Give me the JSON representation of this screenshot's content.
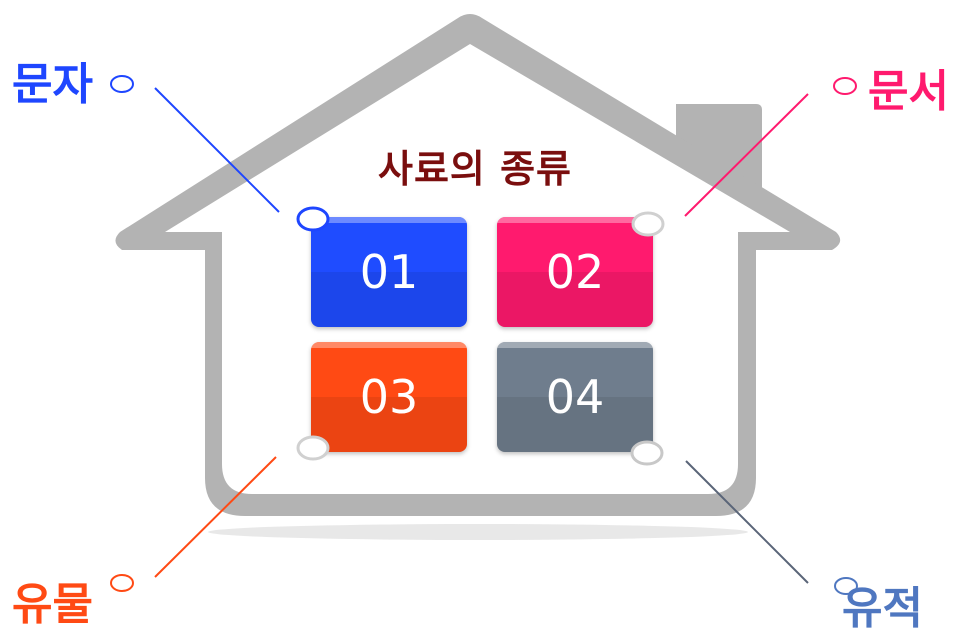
{
  "title": "사료의  종류",
  "tiles": [
    {
      "number": "01",
      "label": "문자",
      "color": "#1f4cff"
    },
    {
      "number": "02",
      "label": "문서",
      "color": "#ff1a6e"
    },
    {
      "number": "03",
      "label": "유물",
      "color": "#ff4a14"
    },
    {
      "number": "04",
      "label": "유적",
      "color": "#6f7d8d"
    }
  ],
  "colors": {
    "house_outline": "#b3b3b3",
    "title": "#7a0e0e"
  }
}
